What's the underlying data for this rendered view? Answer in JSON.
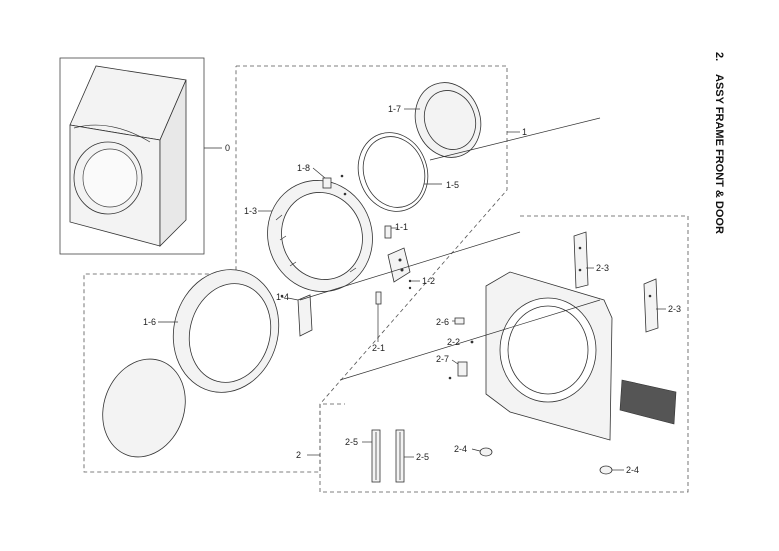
{
  "page": {
    "section_number": "2.",
    "section_title": "ASSY FRAME FRONT & DOOR"
  },
  "callouts": {
    "c0": "0",
    "c1": "1",
    "c1_1": "1-1",
    "c1_2": "1-2",
    "c1_3": "1-3",
    "c1_4": "1-4",
    "c1_5": "1-5",
    "c1_6": "1-6",
    "c1_7": "1-7",
    "c1_8": "1-8",
    "c2": "2",
    "c2_1": "2-1",
    "c2_2": "2-2",
    "c2_3a": "2-3",
    "c2_3b": "2-3",
    "c2_4a": "2-4",
    "c2_4b": "2-4",
    "c2_5a": "2-5",
    "c2_5b": "2-5",
    "c2_6": "2-6",
    "c2_7": "2-7"
  }
}
